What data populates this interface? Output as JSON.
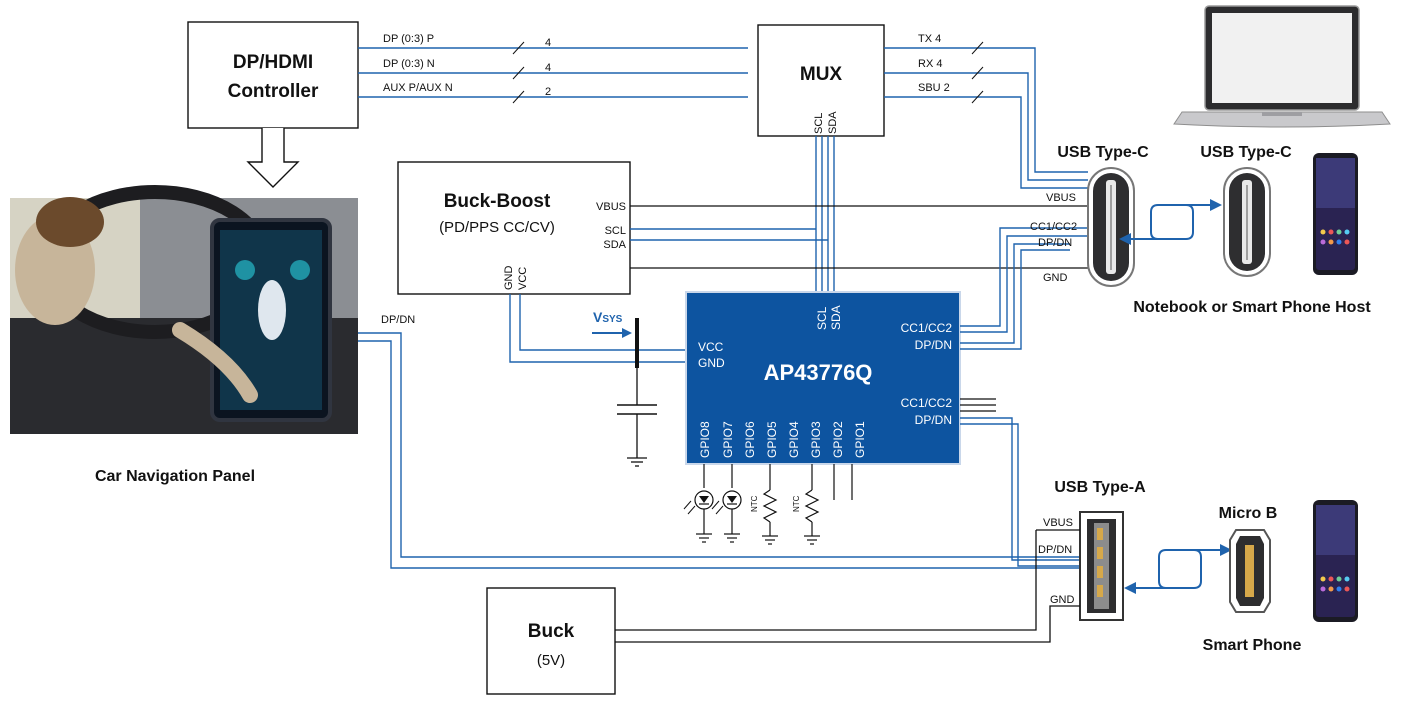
{
  "blocks": {
    "dp_hdmi": {
      "line1": "DP/HDMI",
      "line2": "Controller"
    },
    "mux": {
      "title": "MUX",
      "pins": [
        "SCL",
        "SDA"
      ]
    },
    "buck_boost": {
      "title": "Buck-Boost",
      "subtitle": "(PD/PPS CC/CV)",
      "pins_right": [
        "VBUS",
        "SCL",
        "SDA"
      ],
      "pins_bottom": [
        "GND",
        "VCC"
      ]
    },
    "chip": {
      "name": "AP43776Q",
      "top_pins": [
        "SCL",
        "SDA"
      ],
      "left_pins": [
        "VCC",
        "GND"
      ],
      "right_pins_1": [
        "CC1/CC2",
        "DP/DN"
      ],
      "right_pins_2": [
        "CC1/CC2",
        "DP/DN"
      ],
      "gpio": [
        "GPIO8",
        "GPIO7",
        "GPIO6",
        "GPIO5",
        "GPIO4",
        "GPIO3",
        "GPIO2",
        "GPIO1"
      ]
    },
    "buck": {
      "title": "Buck",
      "subtitle": "(5V)"
    }
  },
  "signals": {
    "controller_to_mux": [
      {
        "name": "DP (0:3) P",
        "count": "4"
      },
      {
        "name": "DP (0:3) N",
        "count": "4"
      },
      {
        "name": "AUX P/AUX N",
        "count": "2"
      }
    ],
    "mux_to_usbc": [
      {
        "name": "TX 4"
      },
      {
        "name": "RX 4"
      },
      {
        "name": "SBU 2"
      }
    ],
    "usbc_pins": [
      "VBUS",
      "CC1/CC2",
      "DP/DN",
      "GND"
    ],
    "usba_pins": [
      "VBUS",
      "DP/DN",
      "GND"
    ],
    "vsys_label": "V",
    "vsys_sub": "SYS",
    "ntc": "NTC",
    "dpdn_panel": "DP/DN"
  },
  "captions": {
    "usb_c_left": "USB Type-C",
    "usb_c_right": "USB Type-C",
    "host": "Notebook or Smart Phone Host",
    "usb_a": "USB Type-A",
    "micro_b": "Micro B",
    "smart_phone": "Smart Phone",
    "car_panel": "Car Navigation Panel"
  },
  "colors": {
    "wire": "#1f63ad",
    "chip": "#0d54a0",
    "text": "#111111"
  }
}
